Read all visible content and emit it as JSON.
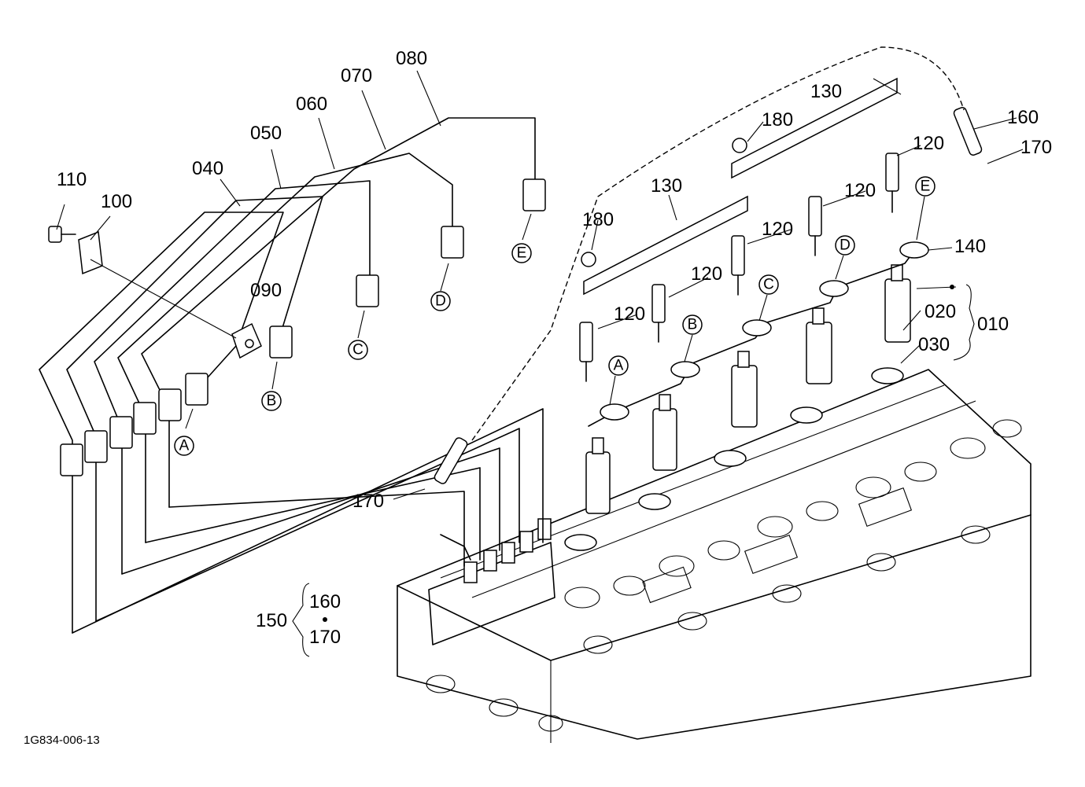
{
  "callouts": {
    "c010": "010",
    "c020": "020",
    "c030": "030",
    "c040": "040",
    "c050": "050",
    "c060": "060",
    "c070": "070",
    "c080": "080",
    "c090": "090",
    "c100": "100",
    "c110": "110",
    "c120a": "120",
    "c120b": "120",
    "c120c": "120",
    "c120d": "120",
    "c120e": "120",
    "c130a": "130",
    "c130b": "130",
    "c140": "140",
    "c150": "150",
    "c160a": "160",
    "c160b": "160",
    "c170a": "170",
    "c170b": "170",
    "c170c": "170",
    "c180a": "180",
    "c180b": "180"
  },
  "markers": {
    "left": [
      "A",
      "B",
      "C",
      "D",
      "E"
    ],
    "right": [
      "A",
      "B",
      "C",
      "D",
      "E"
    ]
  },
  "drawing_code": "1G834-006-13"
}
